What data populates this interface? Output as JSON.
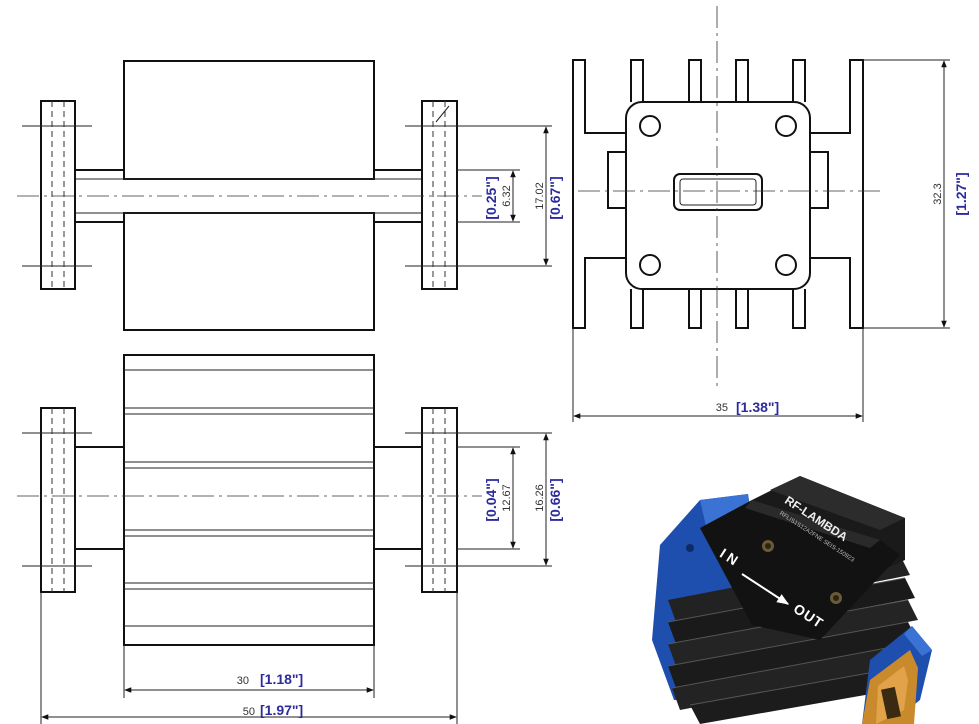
{
  "colors": {
    "line": "#111111",
    "inch": "#2b2b9c",
    "body": "#141414",
    "flange": "#1f57b8",
    "port": "#c98a2c"
  },
  "top_view": {
    "dims": [
      {
        "mm": "6.32",
        "inch": "[0.25\"]"
      },
      {
        "mm": "17.02",
        "inch": "[0.67\"]"
      }
    ]
  },
  "bottom_view": {
    "dims": [
      {
        "mm": "12.67",
        "inch": "[0.04\"]"
      },
      {
        "mm": "16.26",
        "inch": "[0.66\"]"
      }
    ],
    "length_inner": {
      "mm": "30",
      "inch": "[1.18\"]"
    },
    "length_total": {
      "mm": "50",
      "inch": "[1.97\"]"
    }
  },
  "end_view": {
    "height": {
      "mm": "32.3",
      "inch": "[1.27\"]"
    },
    "width": {
      "mm": "35",
      "inch": "[1.38\"]"
    }
  },
  "photo": {
    "brand": "RF-LAMBDA",
    "part_line": "RFLIS1S12A2FNE  SEIS-150923",
    "in_label": "IN",
    "out_label": "OUT"
  }
}
